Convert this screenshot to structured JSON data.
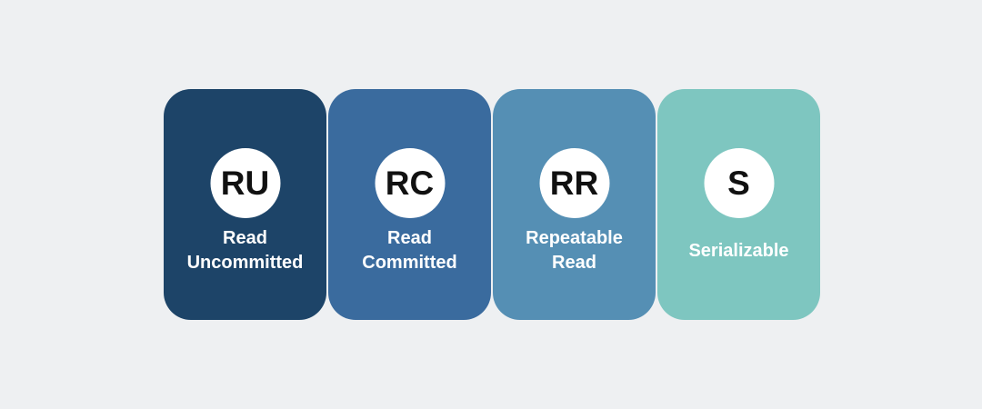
{
  "background_color": "#eef0f2",
  "badge_style": {
    "background": "#ffffff",
    "text_color": "#111111"
  },
  "label_color": "#ffffff",
  "cards": [
    {
      "abbr": "RU",
      "label": "Read Uncommitted",
      "color": "#1d4468"
    },
    {
      "abbr": "RC",
      "label": "Read Committed",
      "color": "#3a6b9e"
    },
    {
      "abbr": "RR",
      "label": "Repeatable Read",
      "color": "#558fb4"
    },
    {
      "abbr": "S",
      "label": "Serializable",
      "color": "#7ec6c0"
    }
  ]
}
